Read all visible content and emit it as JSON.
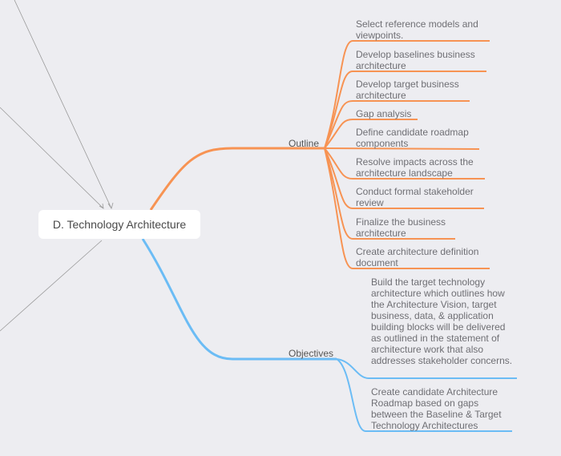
{
  "root": {
    "label": "D. Technology Architecture"
  },
  "colors": {
    "background": "#ededf1",
    "outline": "#f79353",
    "objectives": "#6bbcf5",
    "connector": "#9a9a9a"
  },
  "branches": [
    {
      "label": "Outline",
      "color": "#f79353",
      "items": [
        "Select reference models and viewpoints.",
        "Develop baselines business architecture",
        "Develop target business architecture",
        "Gap analysis",
        "Define candidate roadmap components",
        "Resolve impacts across the architecture landscape",
        "Conduct formal stakeholder review",
        "Finalize the business architecture",
        "Create architecture definition document"
      ]
    },
    {
      "label": "Objectives",
      "color": "#6bbcf5",
      "items": [
        "Build the target technology architecture which outlines how the Architecture Vision, target business, data, & application building blocks will be delivered as outlined in the statement of architecture work that also addresses stakeholder concerns.",
        "Create candidate Architecture Roadmap based on gaps between the Baseline & Target Technology Architectures"
      ]
    }
  ]
}
